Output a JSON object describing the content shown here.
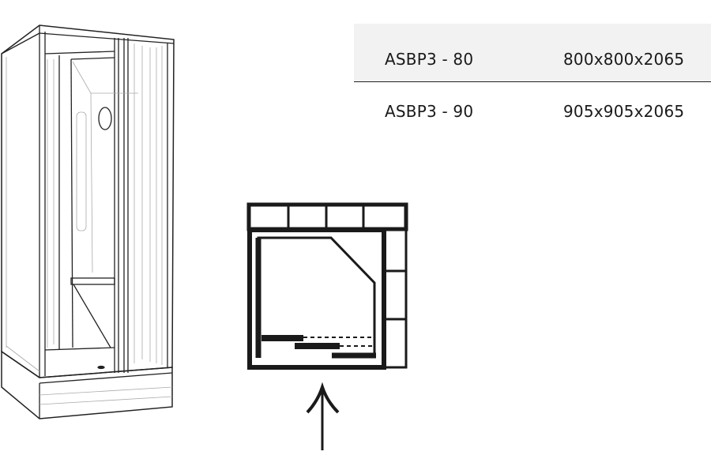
{
  "table": {
    "rows": [
      {
        "model": "ASBP3 - 80",
        "dimensions": "800x800x2065"
      },
      {
        "model": "ASBP3 - 90",
        "dimensions": "905x905x2065"
      }
    ]
  },
  "colors": {
    "line": "#1a1a1a",
    "row_shade": "#f2f2f2"
  }
}
